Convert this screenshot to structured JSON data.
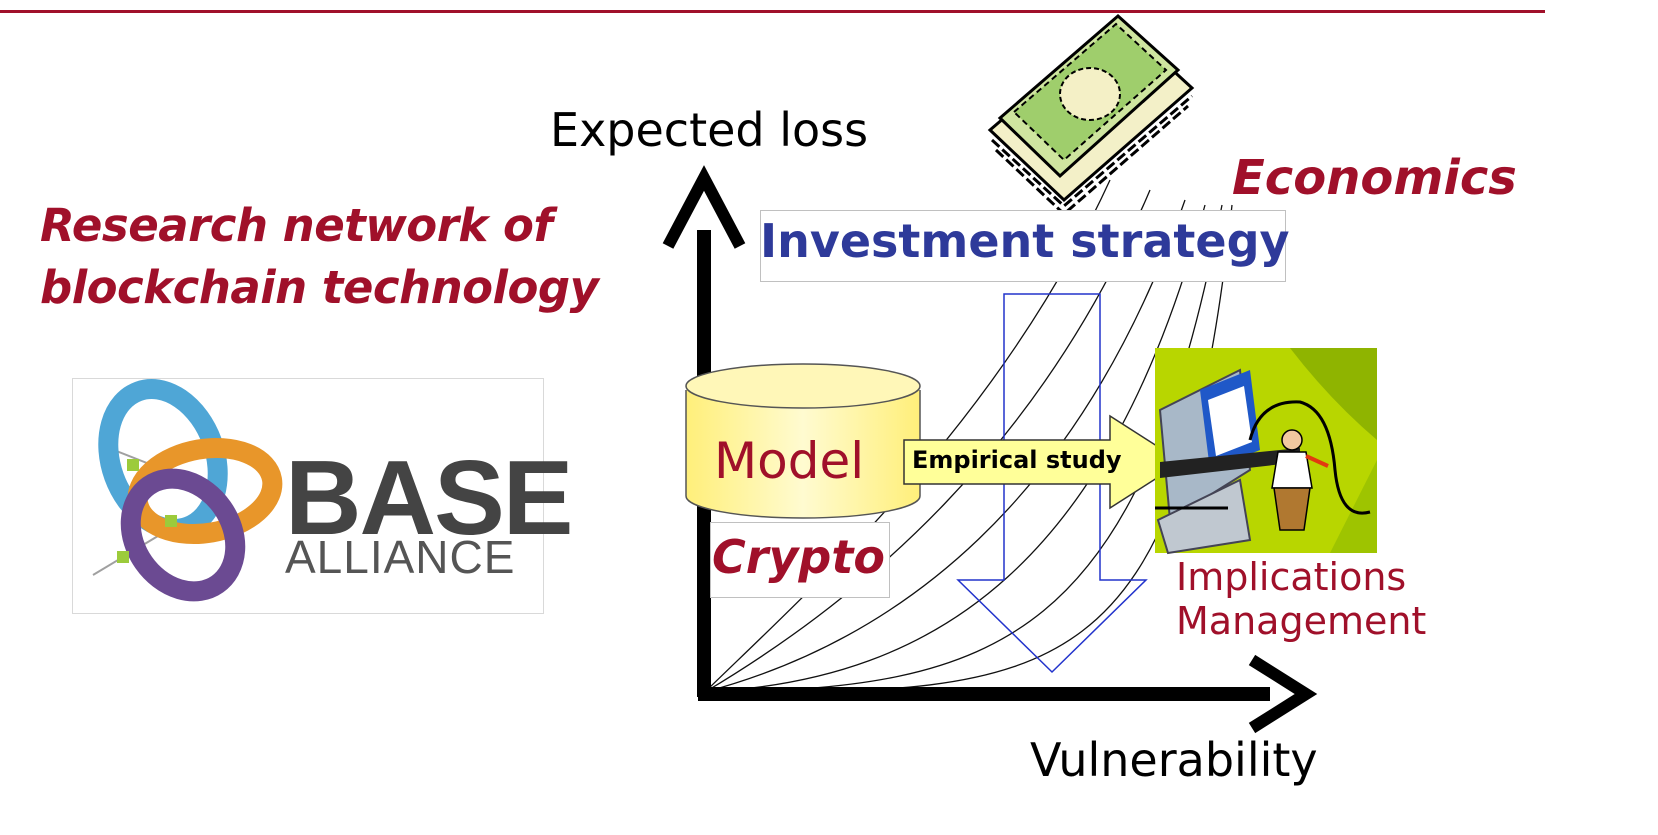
{
  "title": {
    "line1": "Research network of",
    "line2": "blockchain technology"
  },
  "logo": {
    "word": "BASE",
    "subword": "ALLIANCE",
    "colors": {
      "blue": "#4fa6d6",
      "orange": "#e8962a",
      "purple": "#6b4a92",
      "green": "#9ccb3b",
      "text": "#444444"
    }
  },
  "diagram": {
    "y_axis_label": "Expected loss",
    "x_axis_label": "Vulnerability",
    "investment_label": "Investment strategy",
    "economics_label": "Economics",
    "model_label": "Model",
    "crypto_label": "Crypto",
    "empirical_label": "Empirical study",
    "implications_line1": "Implications",
    "implications_line2": "Management",
    "icons": [
      "money-stack-icon",
      "computer-worker-icon",
      "database-cylinder-icon",
      "down-arrow-icon",
      "right-arrow-icon"
    ],
    "colors": {
      "accent": "#a0102a",
      "investment_text": "#2e3a9a",
      "cylinder_fill": "#fff6a8",
      "arrow_fill": "#ffff99",
      "down_arrow_stroke": "#2233cc",
      "clipart_background": "#b8d600"
    }
  }
}
